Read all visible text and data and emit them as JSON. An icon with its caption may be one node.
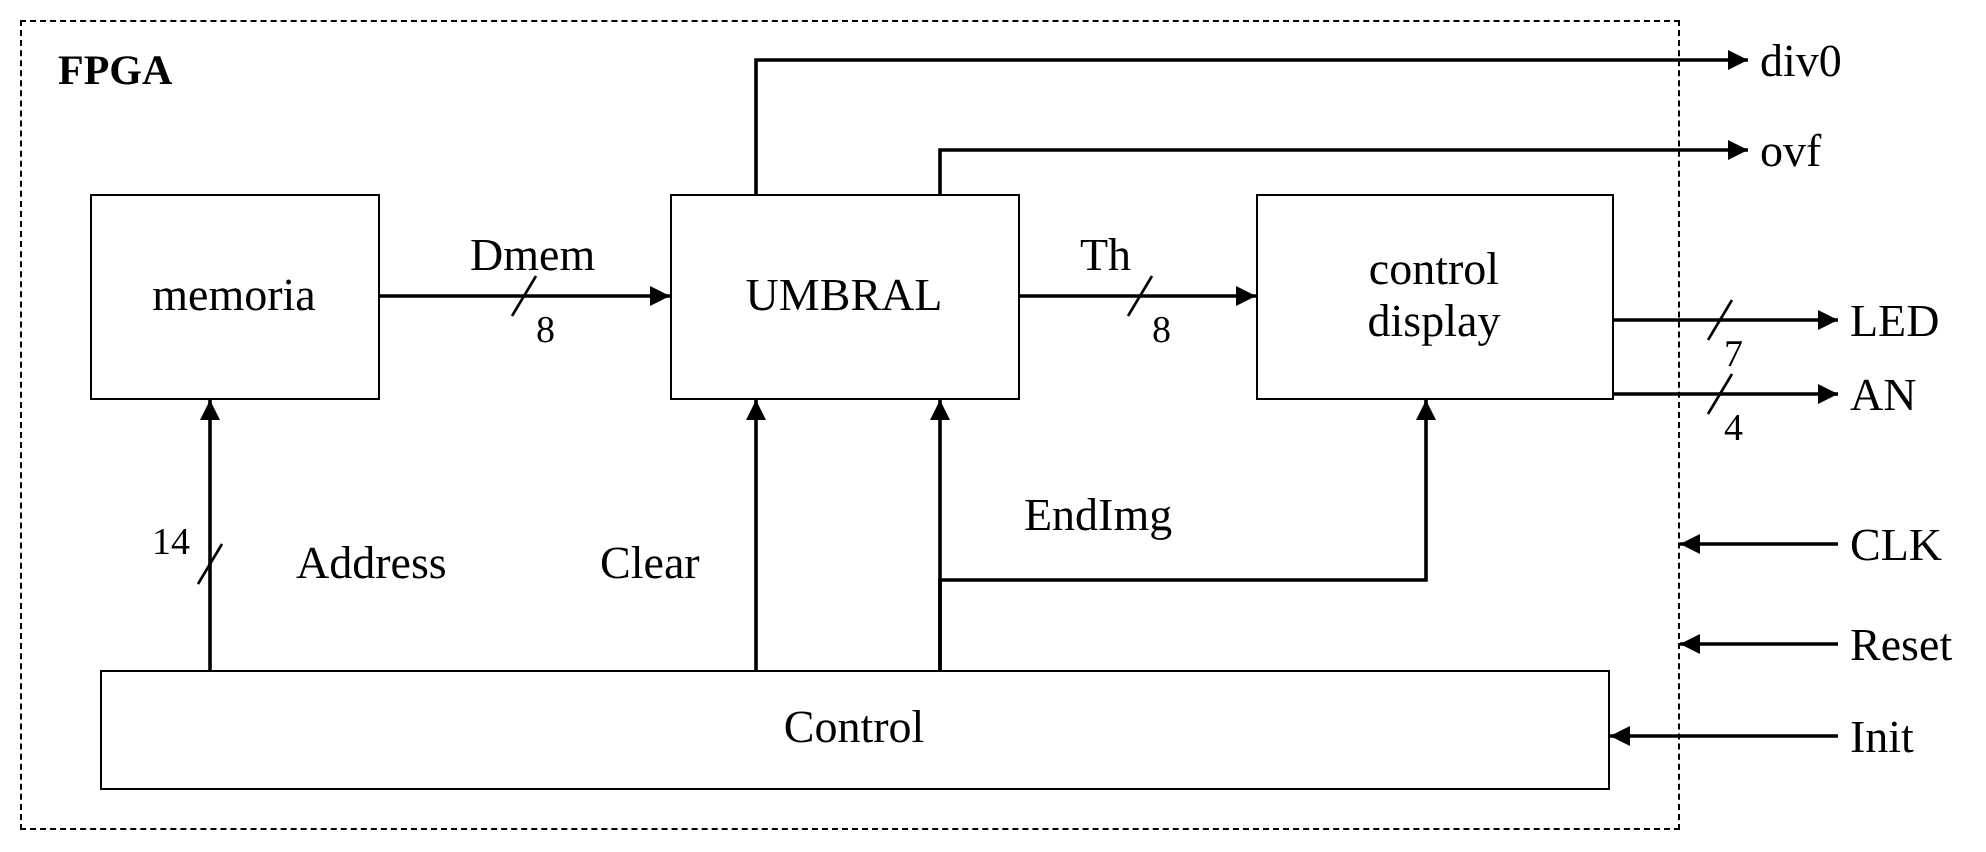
{
  "diagram": {
    "nodes": [
      {
        "text": [
          "FPGA"
        ]
      },
      {
        "text": [
          "memoria"
        ],
        "in": 0
      },
      {
        "text": [
          "UMBRAL"
        ],
        "in": 0
      },
      {
        "text": [
          "control display"
        ],
        "in": 0
      },
      {
        "text": [
          "Control"
        ],
        "in": 0
      },
      {
        "text": [
          "div0"
        ]
      },
      {
        "text": [
          "ovf"
        ]
      },
      {
        "text": [
          "LED"
        ]
      },
      {
        "text": [
          "AN"
        ]
      },
      {
        "text": [
          "CLK"
        ]
      },
      {
        "text": [
          "Reset"
        ]
      },
      {
        "text": [
          "Init"
        ]
      }
    ],
    "edges": [
      {
        "from": 1,
        "to": 2,
        "arrow": "to",
        "label": "Dmem"
      },
      {
        "from": 2,
        "to": 3,
        "arrow": "to",
        "label": "Th"
      },
      {
        "from": 2,
        "to": 5,
        "arrow": "to"
      },
      {
        "from": 2,
        "to": 6,
        "arrow": "to"
      },
      {
        "from": 3,
        "to": 7,
        "arrow": "to"
      },
      {
        "from": 3,
        "to": 8,
        "arrow": "to"
      },
      {
        "from": 4,
        "to": 1,
        "arrow": "to",
        "label": "Address"
      },
      {
        "from": 4,
        "to": 2,
        "arrow": "to",
        "label": "Clear"
      },
      {
        "from": 4,
        "to": 2,
        "arrow": "to"
      },
      {
        "from": 4,
        "to": 3,
        "arrow": "to",
        "label": "EndImg"
      },
      {
        "from": 9,
        "to": 0,
        "arrow": "to"
      },
      {
        "from": 10,
        "to": 0,
        "arrow": "to"
      },
      {
        "from": 11,
        "to": 4,
        "arrow": "to"
      }
    ],
    "labels": [
      "8",
      "8",
      "7",
      "4",
      "14"
    ]
  }
}
